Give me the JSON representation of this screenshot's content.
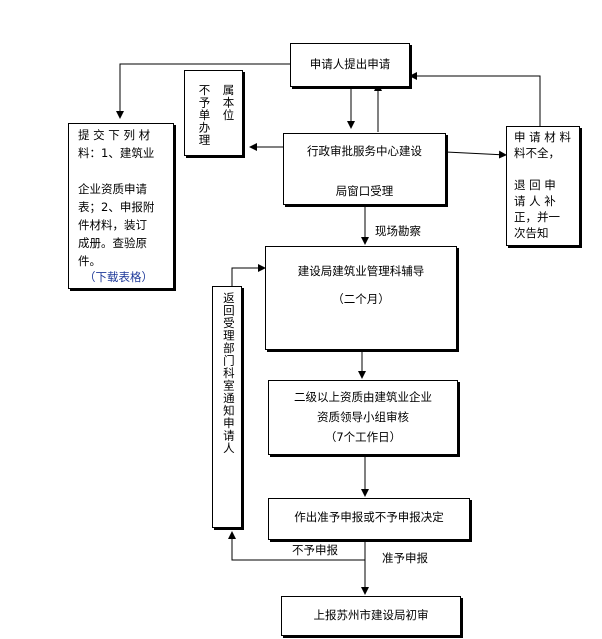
{
  "nodes": {
    "apply": "申请人提出申请",
    "not_handle": [
      "属本位",
      "不予单办理"
    ],
    "materials": {
      "line1": "提 交 下 列 材",
      "line2": "料：1、建筑业",
      "line3": "企业资质申请",
      "line4": "表；2、申报附",
      "line5": "件材料，装订",
      "line6": "成册。查验原",
      "line7": "件。",
      "link": "（下载表格）"
    },
    "service_center": {
      "line1": "行政审批服务中心建设",
      "line2": "局窗口受理"
    },
    "incomplete": {
      "line1": "申 请 材 料",
      "line2": "料不全，",
      "line3": "退 回 申",
      "line4": "请 人 补",
      "line5": "正，并一",
      "line6": "次告知"
    },
    "site_survey": "现场勘察",
    "construction_dept": {
      "line1": "建设局建筑业管理科辅导",
      "line2": "（二个月）"
    },
    "return_notice": "返回受理部门科室通知申请人",
    "review": {
      "line1": "二级以上资质由建筑业企业",
      "line2": "资质领导小组审核",
      "line3": "（7个工作日）"
    },
    "decision": "作出准予申报或不予申报决定",
    "reject_label": "不予申报",
    "approve_label": "准予申报",
    "final": "上报苏州市建设局初审"
  }
}
